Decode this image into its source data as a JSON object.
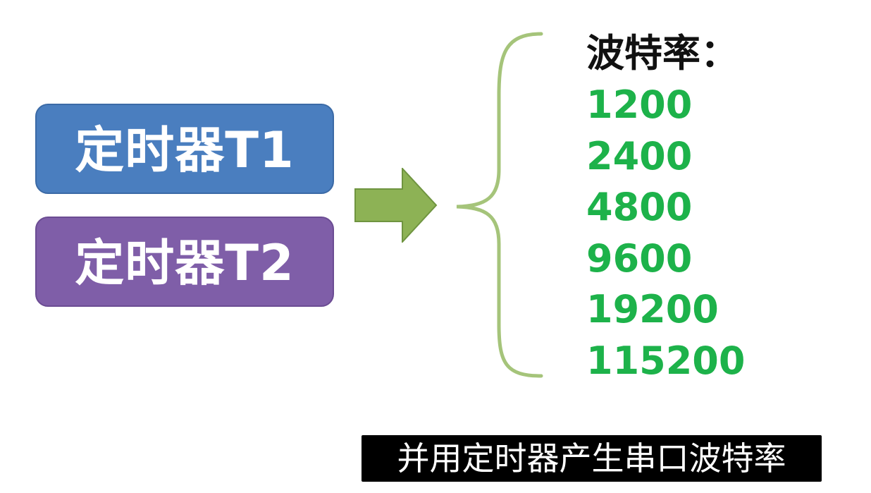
{
  "timers": [
    {
      "label": "定时器T1",
      "color": "#4a7ebf"
    },
    {
      "label": "定时器T2",
      "color": "#7f5ea8"
    }
  ],
  "arrow_color": "#8db255",
  "brace_color": "#a5c47a",
  "baud": {
    "title": "波特率：",
    "values": [
      "1200",
      "2400",
      "4800",
      "9600",
      "19200",
      "115200"
    ],
    "value_color": "#1db24a"
  },
  "caption": "并用定时器产生串口波特率"
}
